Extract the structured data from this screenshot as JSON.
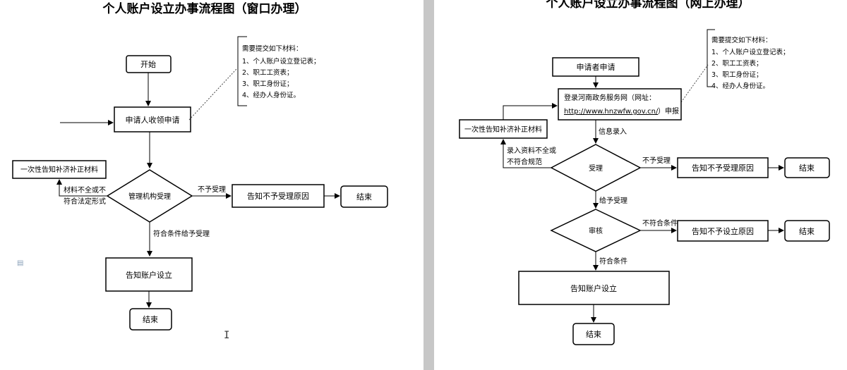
{
  "left": {
    "title": "个人账户设立办事流程图（窗口办理）",
    "start": "开始",
    "apply": "申请人收领申请",
    "review": "管理机构受理",
    "supplement": "一次性告知补济补正材料",
    "incomplete_1": "材料不全或不",
    "incomplete_2": "符合法定形式",
    "reject_label": "不予受理",
    "notify_reject": "告知不予受理原因",
    "end_right": "结束",
    "accept_label": "符合条件给予受理",
    "notify_setup": "告知账户设立",
    "end_bottom": "结束",
    "materials": {
      "header": "需要提交如下材料：",
      "items": [
        "1、个人账户设立登记表；",
        "2、职工工资表；",
        "3、职工身份证；",
        "4、经办人身份证。"
      ]
    }
  },
  "right": {
    "title": "个人账户设立办事流程图（网上办理）",
    "applicant": "申请者申请",
    "login_1": "登录河南政务服务网（网址：",
    "login_url": "http://www.hnzwfw.gov.cn/",
    "login_2": "）申报",
    "info_entry": "信息录入",
    "supplement": "一次性告知补济补正材料",
    "incomplete_1": "录入资料不全或",
    "incomplete_2": "不符合规范",
    "review": "受理",
    "reject_label": "不予受理",
    "notify_reject": "告知不予受理原因",
    "end_1": "结束",
    "accepted_label": "给予受理",
    "audit": "审核",
    "fail_label": "不符合条件",
    "notify_fail": "告知不予设立原因",
    "end_2": "结束",
    "pass_label": "符合条件",
    "notify_setup": "告知账户设立",
    "end_3": "结束",
    "materials": {
      "header": "需要提交如下材料：",
      "items": [
        "1、个人账户设立登记表；",
        "2、职工工资表；",
        "3、职工身份证；",
        "4、经办人身份证。"
      ]
    }
  }
}
